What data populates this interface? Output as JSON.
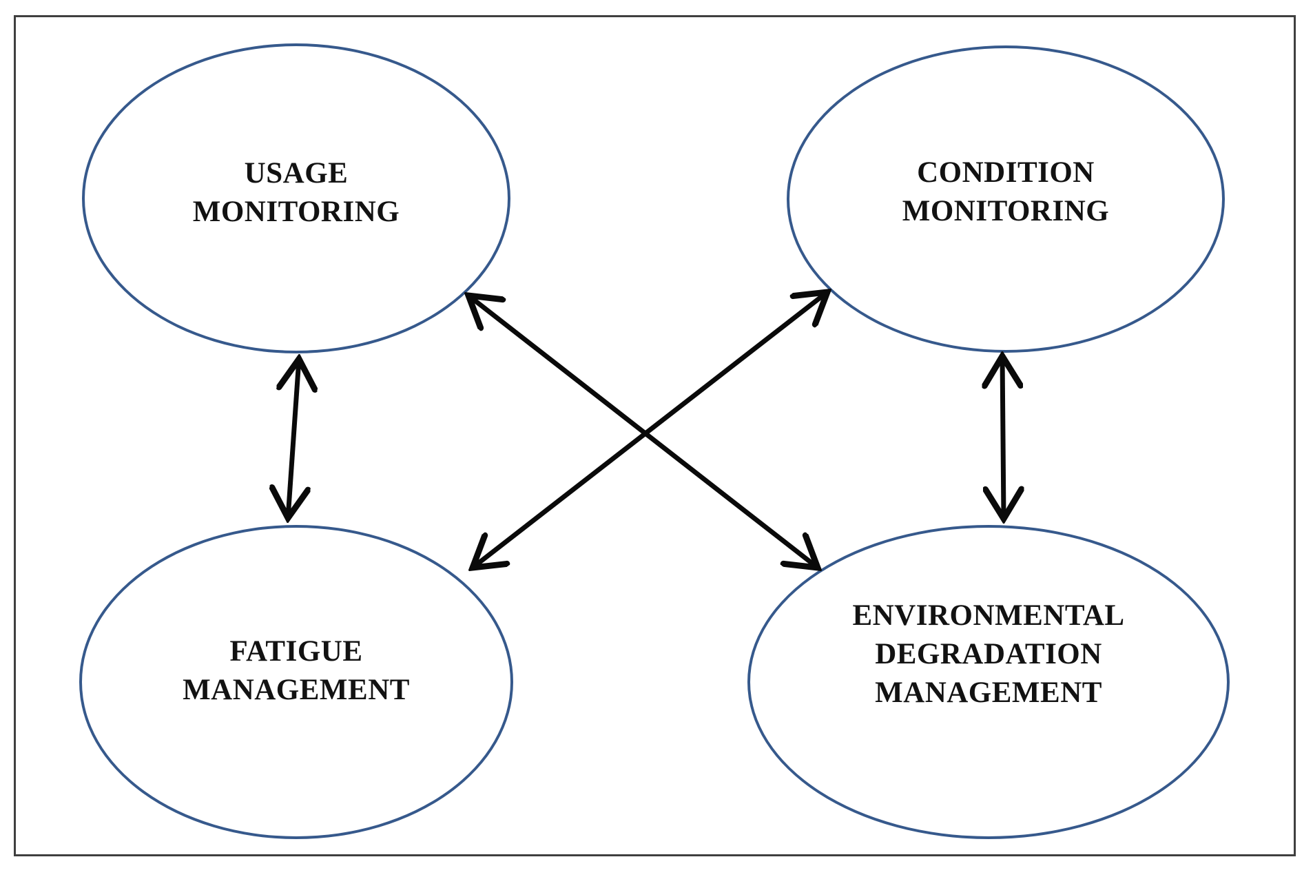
{
  "figure": {
    "type": "relationship-diagram",
    "nodes": [
      {
        "id": "usage-monitoring",
        "label": [
          "USAGE",
          "MONITORING"
        ]
      },
      {
        "id": "condition-monitoring",
        "label": [
          "CONDITION",
          "MONITORING"
        ]
      },
      {
        "id": "fatigue-management",
        "label": [
          "FATIGUE",
          "MANAGEMENT"
        ]
      },
      {
        "id": "environmental-degradation-management",
        "label": [
          "ENVIRONMENTAL",
          "DEGRADATION",
          "MANAGEMENT"
        ]
      }
    ],
    "edges": [
      {
        "from": "usage-monitoring",
        "to": "fatigue-management",
        "bidirectional": true
      },
      {
        "from": "condition-monitoring",
        "to": "environmental-degradation-management",
        "bidirectional": true
      },
      {
        "from": "usage-monitoring",
        "to": "environmental-degradation-management",
        "bidirectional": true
      },
      {
        "from": "condition-monitoring",
        "to": "fatigue-management",
        "bidirectional": true
      }
    ],
    "colors": {
      "ellipse_border": "#36598C",
      "arrow": "#0A0A0A",
      "frame_border": "#3F3F3F",
      "text": "#121212",
      "background": "#FFFFFF"
    }
  }
}
